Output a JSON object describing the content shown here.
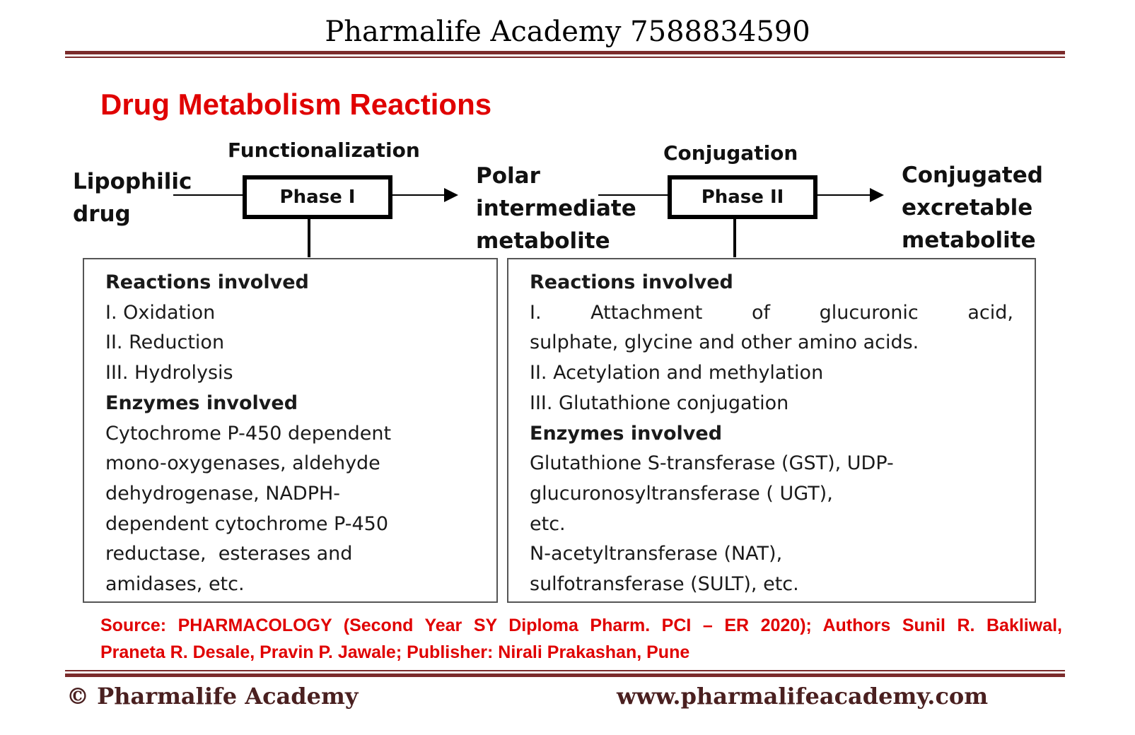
{
  "header": {
    "title": "Pharmalife Academy 7588834590"
  },
  "document": {
    "title": "Drug Metabolism Reactions"
  },
  "flow": {
    "input": [
      "Lipophilic",
      "drug"
    ],
    "phase1": {
      "label": "Functionalization",
      "box": "Phase I"
    },
    "intermediate": [
      "Polar",
      "intermediate",
      "metabolite"
    ],
    "phase2": {
      "label": "Conjugation",
      "box": "Phase II"
    },
    "output": [
      "Conjugated",
      "excretable",
      "metabolite"
    ]
  },
  "phase1_box": {
    "reactions_heading": "Reactions involved",
    "reactions": [
      "I. Oxidation",
      "II. Reduction",
      "III. Hydrolysis"
    ],
    "enzymes_heading": "Enzymes involved",
    "enzymes": [
      "Cytochrome P-450 dependent",
      "mono-oxygenases, aldehyde",
      "dehydrogenase, NADPH-",
      "dependent cytochrome P-450",
      "reductase,  esterases and",
      "amidases, etc."
    ]
  },
  "phase2_box": {
    "reactions_heading": "Reactions involved",
    "reaction1_words": [
      "I.",
      "Attachment",
      "of",
      "glucuronic",
      "acid,"
    ],
    "reactions": [
      "sulphate, glycine and other amino acids.",
      "II. Acetylation and methylation",
      "III. Glutathione conjugation"
    ],
    "enzymes_heading": "Enzymes involved",
    "enzymes": [
      "Glutathione S-transferase (GST), UDP-",
      "glucuronosyltransferase ( UGT),",
      "etc.",
      "N-acetyltransferase (NAT),",
      "sulfotransferase (SULT), etc."
    ]
  },
  "source": {
    "line1": "Source: PHARMACOLOGY (Second Year SY Diploma Pharm. PCI – ER 2020); Authors Sunil R. Bakliwal,",
    "line2": "Praneta R. Desale, Pravin P. Jawale; Publisher: Nirali Prakashan, Pune"
  },
  "footer": {
    "copyright": "© Pharmalife Academy",
    "website": "www.pharmalifeacademy.com"
  },
  "colors": {
    "title_red": "#e00000",
    "rule_maroon": "#7b2b2b",
    "footer_text": "#4a2020"
  }
}
